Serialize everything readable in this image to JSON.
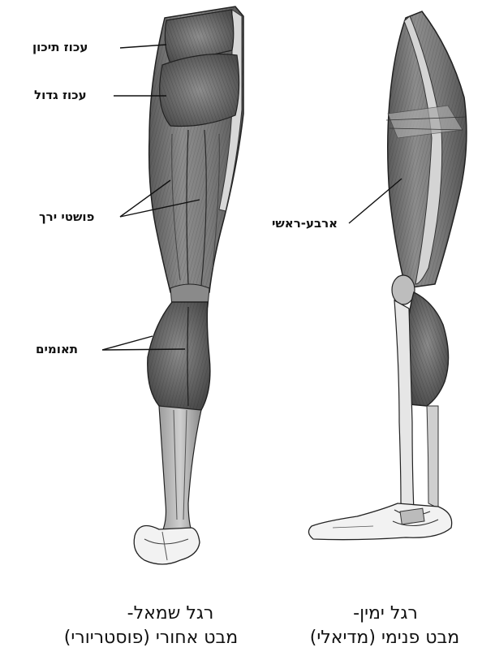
{
  "labels": {
    "gluteus_medius": "עכוז תיכון",
    "gluteus_maximus": "עכוז גדול",
    "hamstrings": "פושטי ירך",
    "gastrocnemius": "תאומים",
    "quadriceps": "ארבע-ראשי"
  },
  "captions": {
    "left_leg_line1": "רגל שמאל-",
    "left_leg_line2": "מבט אחורי (פוסטריורי)",
    "right_leg_line1": "רגל ימין-",
    "right_leg_line2": "מבט פנימי (מדיאלי)"
  },
  "colors": {
    "background": "#ffffff",
    "ink": "#111111",
    "muscle_dark": "#6a6a6a",
    "muscle_mid": "#9a9a9a",
    "muscle_light": "#c8c8c8",
    "tendon": "#e4e4e4"
  }
}
